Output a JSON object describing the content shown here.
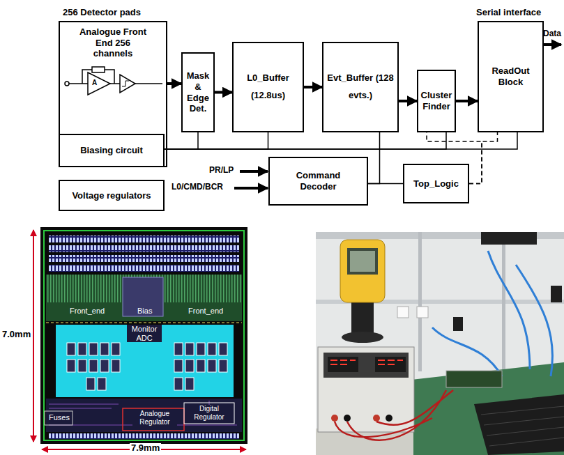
{
  "diagram": {
    "nodes": [
      {
        "text": [
          "256 Detector pads",
          "Analogue Front End 256 channels"
        ]
      },
      {
        "text": [
          "Biasing circuit"
        ],
        "in": 0
      },
      {
        "text": [
          "Voltage regulators"
        ]
      },
      {
        "text": [
          "Mask & Edge Det."
        ]
      },
      {
        "text": [
          "L0_Buffer (12.8us)"
        ]
      },
      {
        "text": [
          "Evt_Buffer (128 evts.)"
        ]
      },
      {
        "text": [
          "Cluster Finder"
        ]
      },
      {
        "text": [
          "Serial interface",
          "ReadOut Block"
        ]
      },
      {
        "text": [
          "Command Decoder"
        ]
      },
      {
        "text": [
          "Top_Logic"
        ]
      }
    ],
    "edges": [
      {
        "from": 0,
        "to": 3,
        "arrow": "to"
      },
      {
        "from": 3,
        "to": 4,
        "arrow": "to"
      },
      {
        "from": 4,
        "to": 5,
        "arrow": "to"
      },
      {
        "from": 5,
        "to": 6,
        "arrow": "to"
      },
      {
        "from": 6,
        "to": 7,
        "arrow": "to"
      },
      {
        "from": 1,
        "to": 3,
        "arrow": "none"
      },
      {
        "from": 1,
        "to": 4,
        "arrow": "none"
      },
      {
        "from": 1,
        "to": 6,
        "arrow": "none"
      },
      {
        "from": 1,
        "to": 7,
        "arrow": "none"
      },
      {
        "from": 8,
        "to": 5,
        "arrow": "none"
      },
      {
        "from": 8,
        "to": 9,
        "arrow": "none"
      },
      {
        "from": 9,
        "to": 6,
        "arrow": "none"
      },
      {
        "from": 9,
        "to": 7,
        "arrow": "none"
      }
    ],
    "labels": [
      "A",
      "Data",
      "PR/LP",
      "L0/CMD/BCR",
      "Front_end",
      "Bias",
      "Front_end",
      "Monitor ADC",
      "Fuses",
      "Analogue Regulator",
      "Digital Regulator",
      "7.0mm",
      "7.9mm"
    ]
  }
}
